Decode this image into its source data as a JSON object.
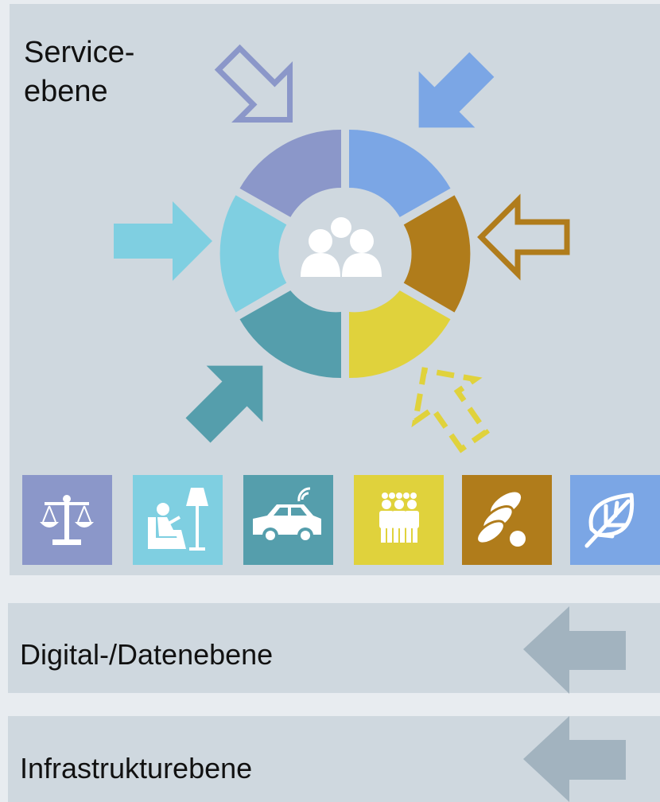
{
  "layers": {
    "service": {
      "title": "Service-\nebene"
    },
    "digital": {
      "title": "Digital-/Datenebene"
    },
    "infrastructure": {
      "title": "Infrastrukturebene"
    }
  },
  "colors": {
    "panel": "#cfd8df",
    "background": "#e8ecf0",
    "purple": "#8b97c9",
    "blue": "#7ba6e5",
    "brown": "#b07c1b",
    "yellow": "#e0d23c",
    "teal": "#559eac",
    "cyan": "#7fcfe1",
    "grey_arrow": "#a2b3bf",
    "center": "#cfd8df"
  },
  "icons": [
    "scales-icon",
    "reading-chair-lamp-icon",
    "connected-car-icon",
    "people-group-icon",
    "coins-icon",
    "leaf-icon"
  ]
}
